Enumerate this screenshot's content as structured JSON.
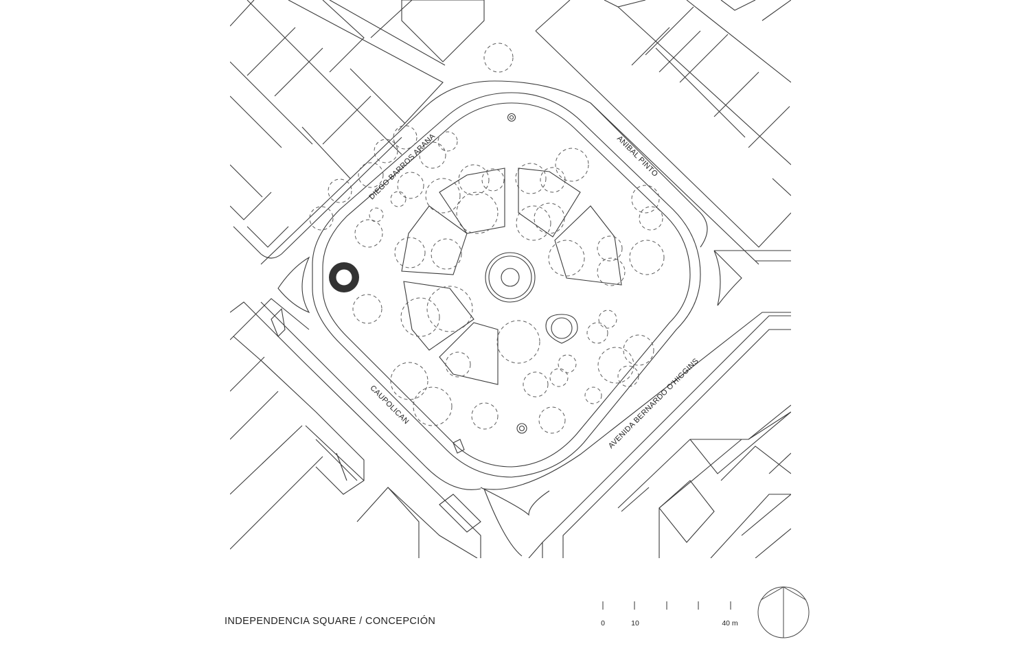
{
  "caption": "INDEPENDENCIA SQUARE / CONCEPCIÓN",
  "streets": {
    "north_west": "DIEGO BARROS ARANA",
    "north_east": "ANIBAL PINTO",
    "south_west": "CAUPOLICAN",
    "south_east": "AVENIDA BERNARDO O'HIGGINS"
  },
  "scale_bar": {
    "labels": [
      "0",
      "10",
      "40 m"
    ],
    "ticks": 5
  },
  "north_arrow": "north-arrow-icon",
  "marker": {
    "icon": "location-marker-icon",
    "color": "#333333"
  },
  "colors": {
    "linework": "#3a3a3a",
    "background": "#ffffff"
  }
}
